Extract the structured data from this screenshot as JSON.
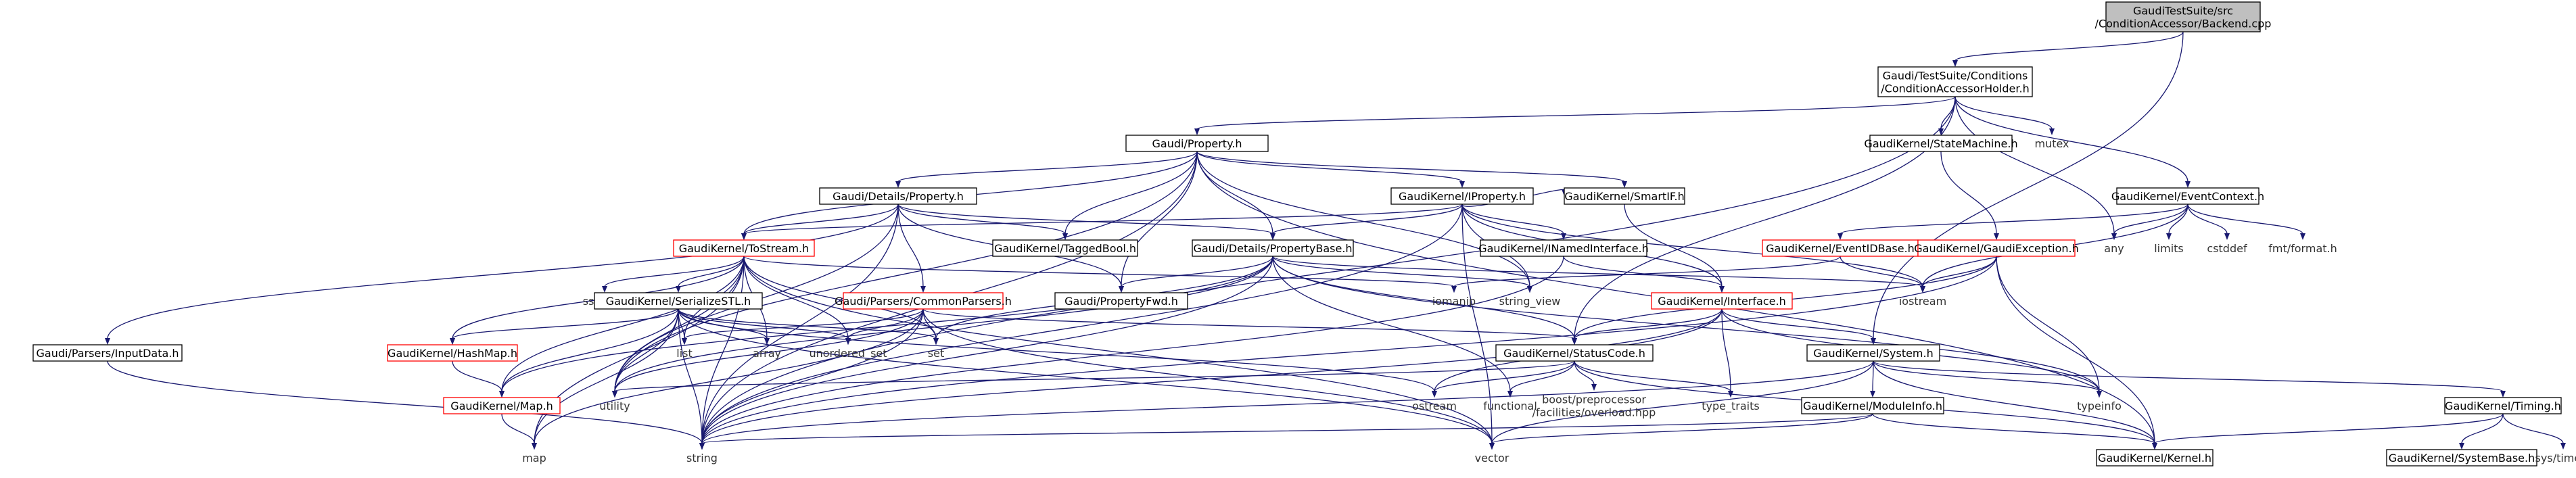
{
  "graph": {
    "nodes": {
      "root": [
        "GaudiTestSuite/src",
        "/ConditionAccessor/Backend.cpp"
      ],
      "cond_holder": [
        "Gaudi/TestSuite/Conditions",
        "/ConditionAccessorHolder.h"
      ],
      "property": [
        "Gaudi/Property.h"
      ],
      "state_machine": [
        "GaudiKernel/StateMachine.h"
      ],
      "mutex": [
        "mutex"
      ],
      "event_context": [
        "GaudiKernel/EventContext.h"
      ],
      "any": [
        "any"
      ],
      "limits": [
        "limits"
      ],
      "cstddef": [
        "cstddef"
      ],
      "fmt_format": [
        "fmt/format.h"
      ],
      "details_property": [
        "Gaudi/Details/Property.h"
      ],
      "iproperty": [
        "GaudiKernel/IProperty.h"
      ],
      "smartif": [
        "GaudiKernel/SmartIF.h"
      ],
      "event_id_base": [
        "GaudiKernel/EventIDBase.h"
      ],
      "gaudi_exception": [
        "GaudiKernel/GaudiException.h"
      ],
      "inamed_interface": [
        "GaudiKernel/INamedInterface.h"
      ],
      "tostream": [
        "GaudiKernel/ToStream.h"
      ],
      "tagged_bool": [
        "GaudiKernel/TaggedBool.h"
      ],
      "property_base": [
        "Gaudi/Details/PropertyBase.h"
      ],
      "interface": [
        "GaudiKernel/Interface.h"
      ],
      "iostream": [
        "iostream"
      ],
      "sstream": [
        "sstream"
      ],
      "serialize_stl": [
        "GaudiKernel/SerializeSTL.h"
      ],
      "common_parsers": [
        "Gaudi/Parsers/CommonParsers.h"
      ],
      "property_fwd": [
        "Gaudi/PropertyFwd.h"
      ],
      "iomanip": [
        "iomanip"
      ],
      "string_view": [
        "string_view"
      ],
      "input_data": [
        "Gaudi/Parsers/InputData.h"
      ],
      "hashmap": [
        "GaudiKernel/HashMap.h"
      ],
      "list": [
        "list"
      ],
      "array": [
        "array"
      ],
      "unordered_set": [
        "unordered_set"
      ],
      "set": [
        "set"
      ],
      "status_code": [
        "GaudiKernel/StatusCode.h"
      ],
      "system": [
        "GaudiKernel/System.h"
      ],
      "map_h": [
        "GaudiKernel/Map.h"
      ],
      "utility": [
        "utility"
      ],
      "ostream": [
        "ostream"
      ],
      "functional": [
        "functional"
      ],
      "overload": [
        "boost/preprocessor",
        "/facilities/overload.hpp"
      ],
      "type_traits": [
        "type_traits"
      ],
      "typeinfo": [
        "typeinfo"
      ],
      "module_info": [
        "GaudiKernel/ModuleInfo.h"
      ],
      "timing": [
        "GaudiKernel/Timing.h"
      ],
      "map": [
        "map"
      ],
      "string": [
        "string"
      ],
      "vector": [
        "vector"
      ],
      "kernel": [
        "GaudiKernel/Kernel.h"
      ],
      "system_base": [
        "GaudiKernel/SystemBase.h"
      ],
      "sys_time": [
        "sys/time.h"
      ]
    }
  }
}
